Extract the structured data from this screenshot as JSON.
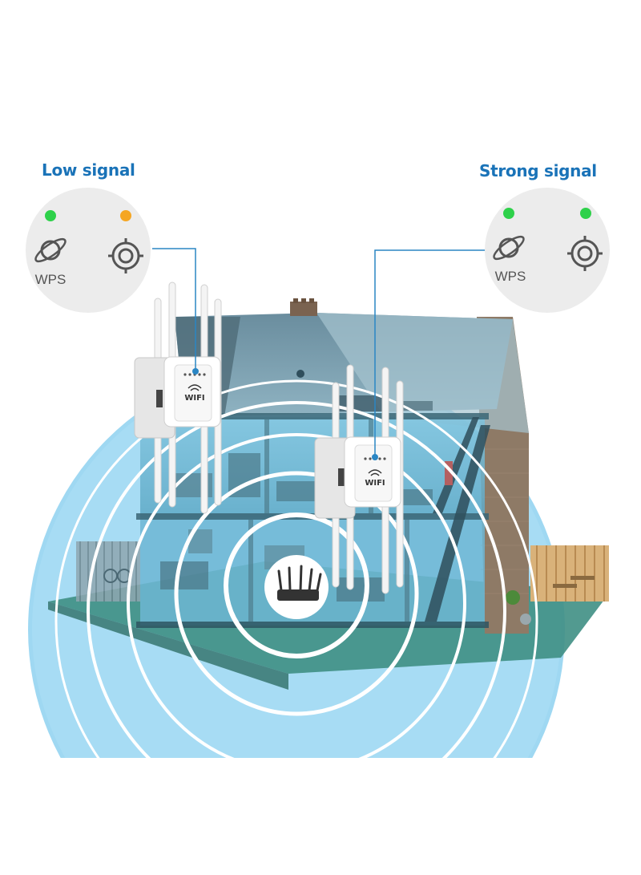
{
  "labels": {
    "low_signal": "Low signal",
    "strong_signal": "Strong signal",
    "wps": "WPS",
    "device_brand": "WIFI"
  },
  "colors": {
    "label_blue": "#1a73b8",
    "sky_blue": "#9fd8f2",
    "led_green": "#2ed14a",
    "led_orange": "#f5a623",
    "badge_bg": "#ececec",
    "icon_gray": "#555555",
    "connector_blue": "#2a86c4"
  },
  "icons": {
    "planet": "planet-icon",
    "wps_target": "wps-target-icon"
  }
}
